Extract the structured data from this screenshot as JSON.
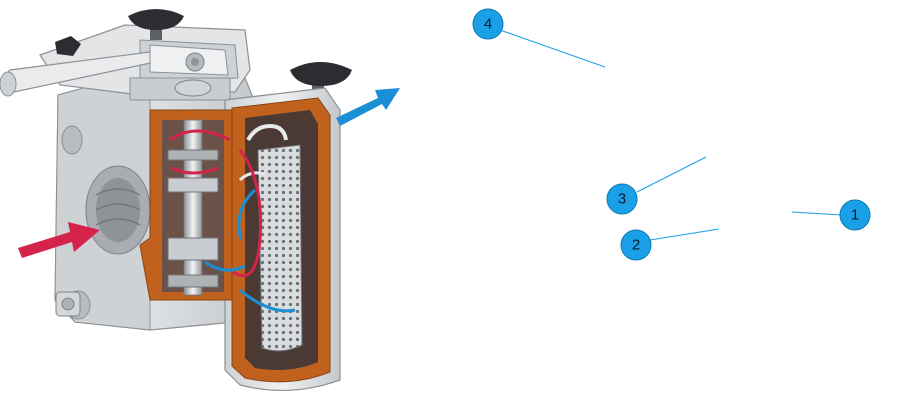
{
  "diagram": {
    "colors": {
      "callout_fill": "#1aa0e6",
      "callout_text": "#0b1a2a",
      "leader_line": "#1aa0e6",
      "housing_gray": "#d8dadc",
      "cutaway_brown": "#c0621e",
      "inlet_arrow": "#d5234b",
      "outlet_arrow": "#1b8fd6",
      "knob_black": "#2b2d30"
    },
    "callouts": [
      {
        "id": "4",
        "label": "4"
      },
      {
        "id": "3",
        "label": "3"
      },
      {
        "id": "1",
        "label": "1"
      },
      {
        "id": "2",
        "label": "2"
      }
    ]
  }
}
